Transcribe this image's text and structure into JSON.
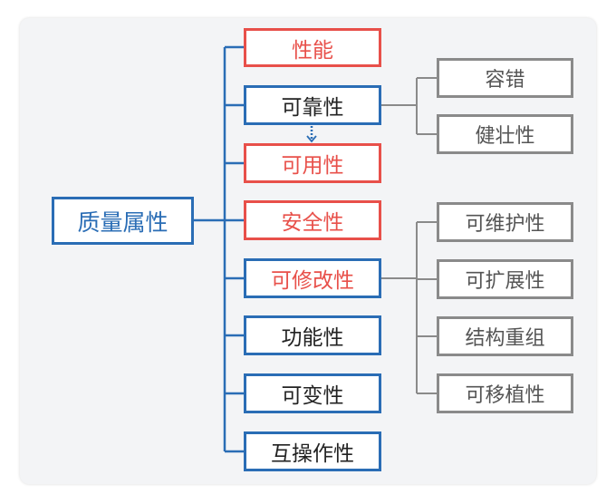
{
  "diagram": {
    "root": {
      "label": "质量属性"
    },
    "attributes": [
      {
        "label": "性能",
        "emphasis": "red"
      },
      {
        "label": "可靠性",
        "emphasis": "none"
      },
      {
        "label": "可用性",
        "emphasis": "red"
      },
      {
        "label": "安全性",
        "emphasis": "red"
      },
      {
        "label": "可修改性",
        "emphasis": "red-text"
      },
      {
        "label": "功能性",
        "emphasis": "none"
      },
      {
        "label": "可变性",
        "emphasis": "none"
      },
      {
        "label": "互操作性",
        "emphasis": "none"
      }
    ],
    "reliability_children": [
      {
        "label": "容错"
      },
      {
        "label": "健壮性"
      }
    ],
    "modifiability_children": [
      {
        "label": "可维护性"
      },
      {
        "label": "可扩展性"
      },
      {
        "label": "结构重组"
      },
      {
        "label": "可移植性"
      }
    ]
  },
  "colors": {
    "blue": "#2a6db5",
    "red": "#e8504a",
    "grey": "#8a8a8a"
  }
}
